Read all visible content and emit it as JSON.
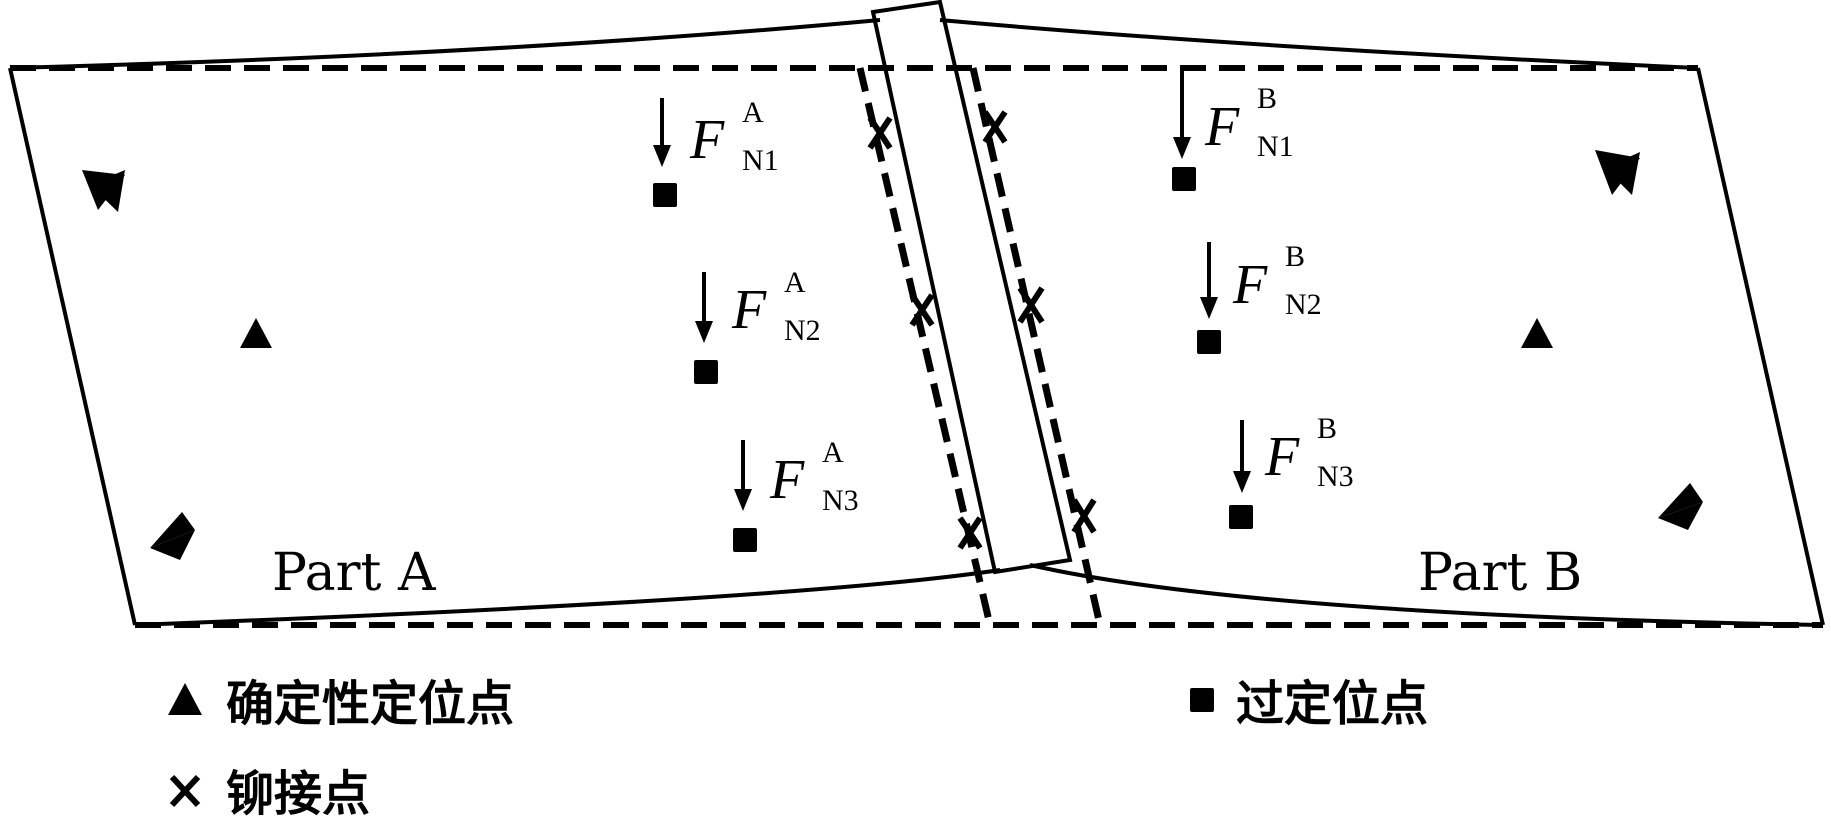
{
  "forces": [
    {
      "id": "FA1",
      "symbol": "F",
      "sup": "A",
      "sub": "N1"
    },
    {
      "id": "FA2",
      "symbol": "F",
      "sup": "A",
      "sub": "N2"
    },
    {
      "id": "FA3",
      "symbol": "F",
      "sup": "A",
      "sub": "N3"
    },
    {
      "id": "FB1",
      "symbol": "F",
      "sup": "B",
      "sub": "N1"
    },
    {
      "id": "FB2",
      "symbol": "F",
      "sup": "B",
      "sub": "N2"
    },
    {
      "id": "FB3",
      "symbol": "F",
      "sup": "B",
      "sub": "N3"
    }
  ],
  "parts": {
    "a": "Part A",
    "b": "Part B"
  },
  "legend": {
    "deterministic": "确定性定位点",
    "over": "过定位点",
    "rivet": "铆接点"
  },
  "colors": {
    "ink": "#000000",
    "background": "#ffffff"
  }
}
